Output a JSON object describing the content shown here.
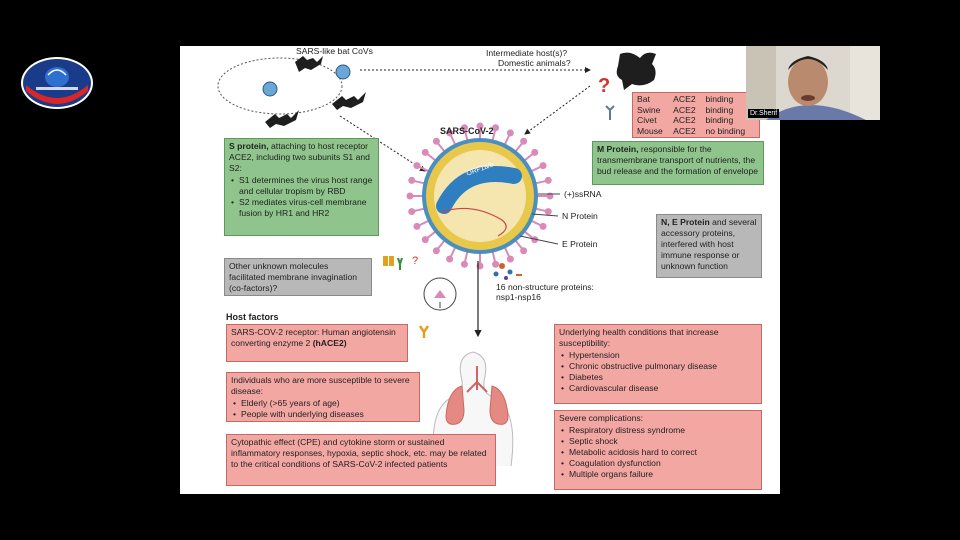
{
  "slide": {
    "bats_label": "SARS-like bat CoVs",
    "intermediate_label_1": "Intermediate host(s)?",
    "intermediate_label_2": "Domestic animals?",
    "question_mark": "?",
    "binding_table": [
      {
        "animal": "Bat",
        "receptor": "ACE2",
        "status": "binding"
      },
      {
        "animal": "Swine",
        "receptor": "ACE2",
        "status": "binding"
      },
      {
        "animal": "Civet",
        "receptor": "ACE2",
        "status": "binding"
      },
      {
        "animal": "Mouse",
        "receptor": "ACE2",
        "status": "no binding"
      }
    ],
    "virus_title": "SARS-CoV-2",
    "orf_label": "ORF1a/b",
    "s_protein": {
      "title": "S protein,",
      "text": " attaching to host receptor ACE2, including two subunits S1 and S2:",
      "bullets": [
        "S1 determines the virus host range and cellular tropism by RBD",
        "S2 mediates virus-cell membrane fusion by HR1 and HR2"
      ]
    },
    "m_protein": {
      "title": "M Protein,",
      "text": " responsible for the transmembrane transport of nutrients, the bud release and the formation of envelope"
    },
    "ne_protein": {
      "title": "N, E Protein",
      "text": " and several accessory proteins, interfered with host immune response or unknown function"
    },
    "virus_labels": {
      "ssrna": "(+)ssRNA",
      "n_protein": "N Protein",
      "e_protein": "E Protein"
    },
    "unknown_molecules": "Other unknown molecules facilitated membrane invagination (co-factors)?",
    "nsp_label_1": "16 non-structure proteins:",
    "nsp_label_2": "nsp1-nsp16",
    "host_factors_title": "Host factors",
    "receptor_box": {
      "text": "SARS-COV-2 receptor: Human angiotensin converting enzyme 2 ",
      "bold": "(hACE2)"
    },
    "susceptible_box": {
      "text": "Individuals who are more susceptible to severe disease:",
      "bullets": [
        "Elderly (>65 years of age)",
        "People with underlying diseases"
      ]
    },
    "cpe_box": "Cytopathic effect (CPE) and cytokine storm or sustained inflammatory responses, hypoxia, septic shock, etc. may be related to the critical conditions of SARS-CoV-2 infected patients",
    "underlying_box": {
      "text": "Underlying  health conditions that increase susceptibility:",
      "bullets": [
        "Hypertension",
        "Chronic obstructive pulmonary disease",
        "Diabetes",
        "Cardiovascular disease"
      ]
    },
    "complications_box": {
      "text": "Severe complications:",
      "bullets": [
        "Respiratory distress syndrome",
        "Septic shock",
        "Metabolic acidosis hard to correct",
        "Coagulation dysfunction",
        "Multiple organs failure"
      ]
    }
  },
  "webcam": {
    "name": "Dr.Sherif"
  },
  "colors": {
    "green": "#8fc58c",
    "gray": "#b8b8b8",
    "pink": "#f3a7a3",
    "virus_spike": "#d98ab8",
    "virus_body": "#e8c84a",
    "membrane": "#4a8fc0"
  }
}
